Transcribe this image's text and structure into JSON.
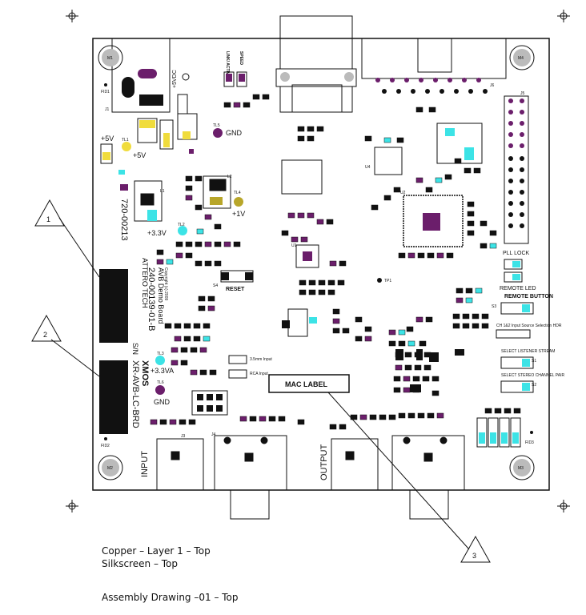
{
  "colors": {
    "purple": "#6b1e6b",
    "yellow": "#f0dc3c",
    "cyan": "#3ce3e6",
    "olive": "#b8a62a",
    "black": "#111111",
    "grey": "#bbbbbb"
  },
  "board": {
    "part_number": "720-00213",
    "pcb_number": "240-00139-01-B",
    "title": "AVB Demo Board",
    "copyright": "Copyright (c) 2009",
    "company": "ATTERO TECH",
    "board_name": "XR-AVB-LC-BRD",
    "brand": "XMOS",
    "sn_label": "S/N",
    "mac_label": "MAC LABEL"
  },
  "labels": {
    "gnd": "GND",
    "plus5v": "+5V",
    "plus1v": "+1V",
    "plus3v3": "+3.3V",
    "plus3v3a": "+3.3VA",
    "vdc": "+5VDC",
    "link_activity": "LINK/ ACTIVITY",
    "speed": "SPEED",
    "reset": "RESET",
    "pll_lock": "PLL LOCK",
    "remote_led": "REMOTE LED",
    "remote_button": "REMOTE BUTTON",
    "ch_input_source": "CH 1&2 Input Source Selection HDR",
    "select_listener": "SELECT LISTENER STREAM",
    "select_stereo": "SELECT STEREO CHANNEL PAIR",
    "input_35mm": "3.5mm Input",
    "rca_input": "RCA Input",
    "input": "INPUT",
    "output": "OUTPUT",
    "m1": "M1",
    "m2": "M2",
    "m3": "M3",
    "m4": "M4",
    "fid1": "FID1",
    "fid2": "FID2",
    "fid3": "FID3",
    "tl1": "TL1",
    "tl2": "TL2",
    "tl3": "TL3",
    "tl4": "TL4",
    "tl5": "TL5",
    "tl6": "TL6",
    "l1": "L1",
    "l2": "L2",
    "u1": "U1",
    "u2": "U2",
    "u3": "U3",
    "u4": "U4",
    "j1": "J1",
    "j3": "J3",
    "j4": "J4",
    "j5": "J5",
    "j6": "J6",
    "s1": "S1",
    "s2": "S2",
    "s3": "S3",
    "s4": "S4",
    "tp1": "TP1"
  },
  "callouts": [
    {
      "number": "1"
    },
    {
      "number": "2"
    },
    {
      "number": "3"
    }
  ],
  "notes": {
    "line1": "Copper – Layer 1 – Top",
    "line2": "Silkscreen – Top",
    "line3": "Assembly Drawing –01 – Top"
  }
}
